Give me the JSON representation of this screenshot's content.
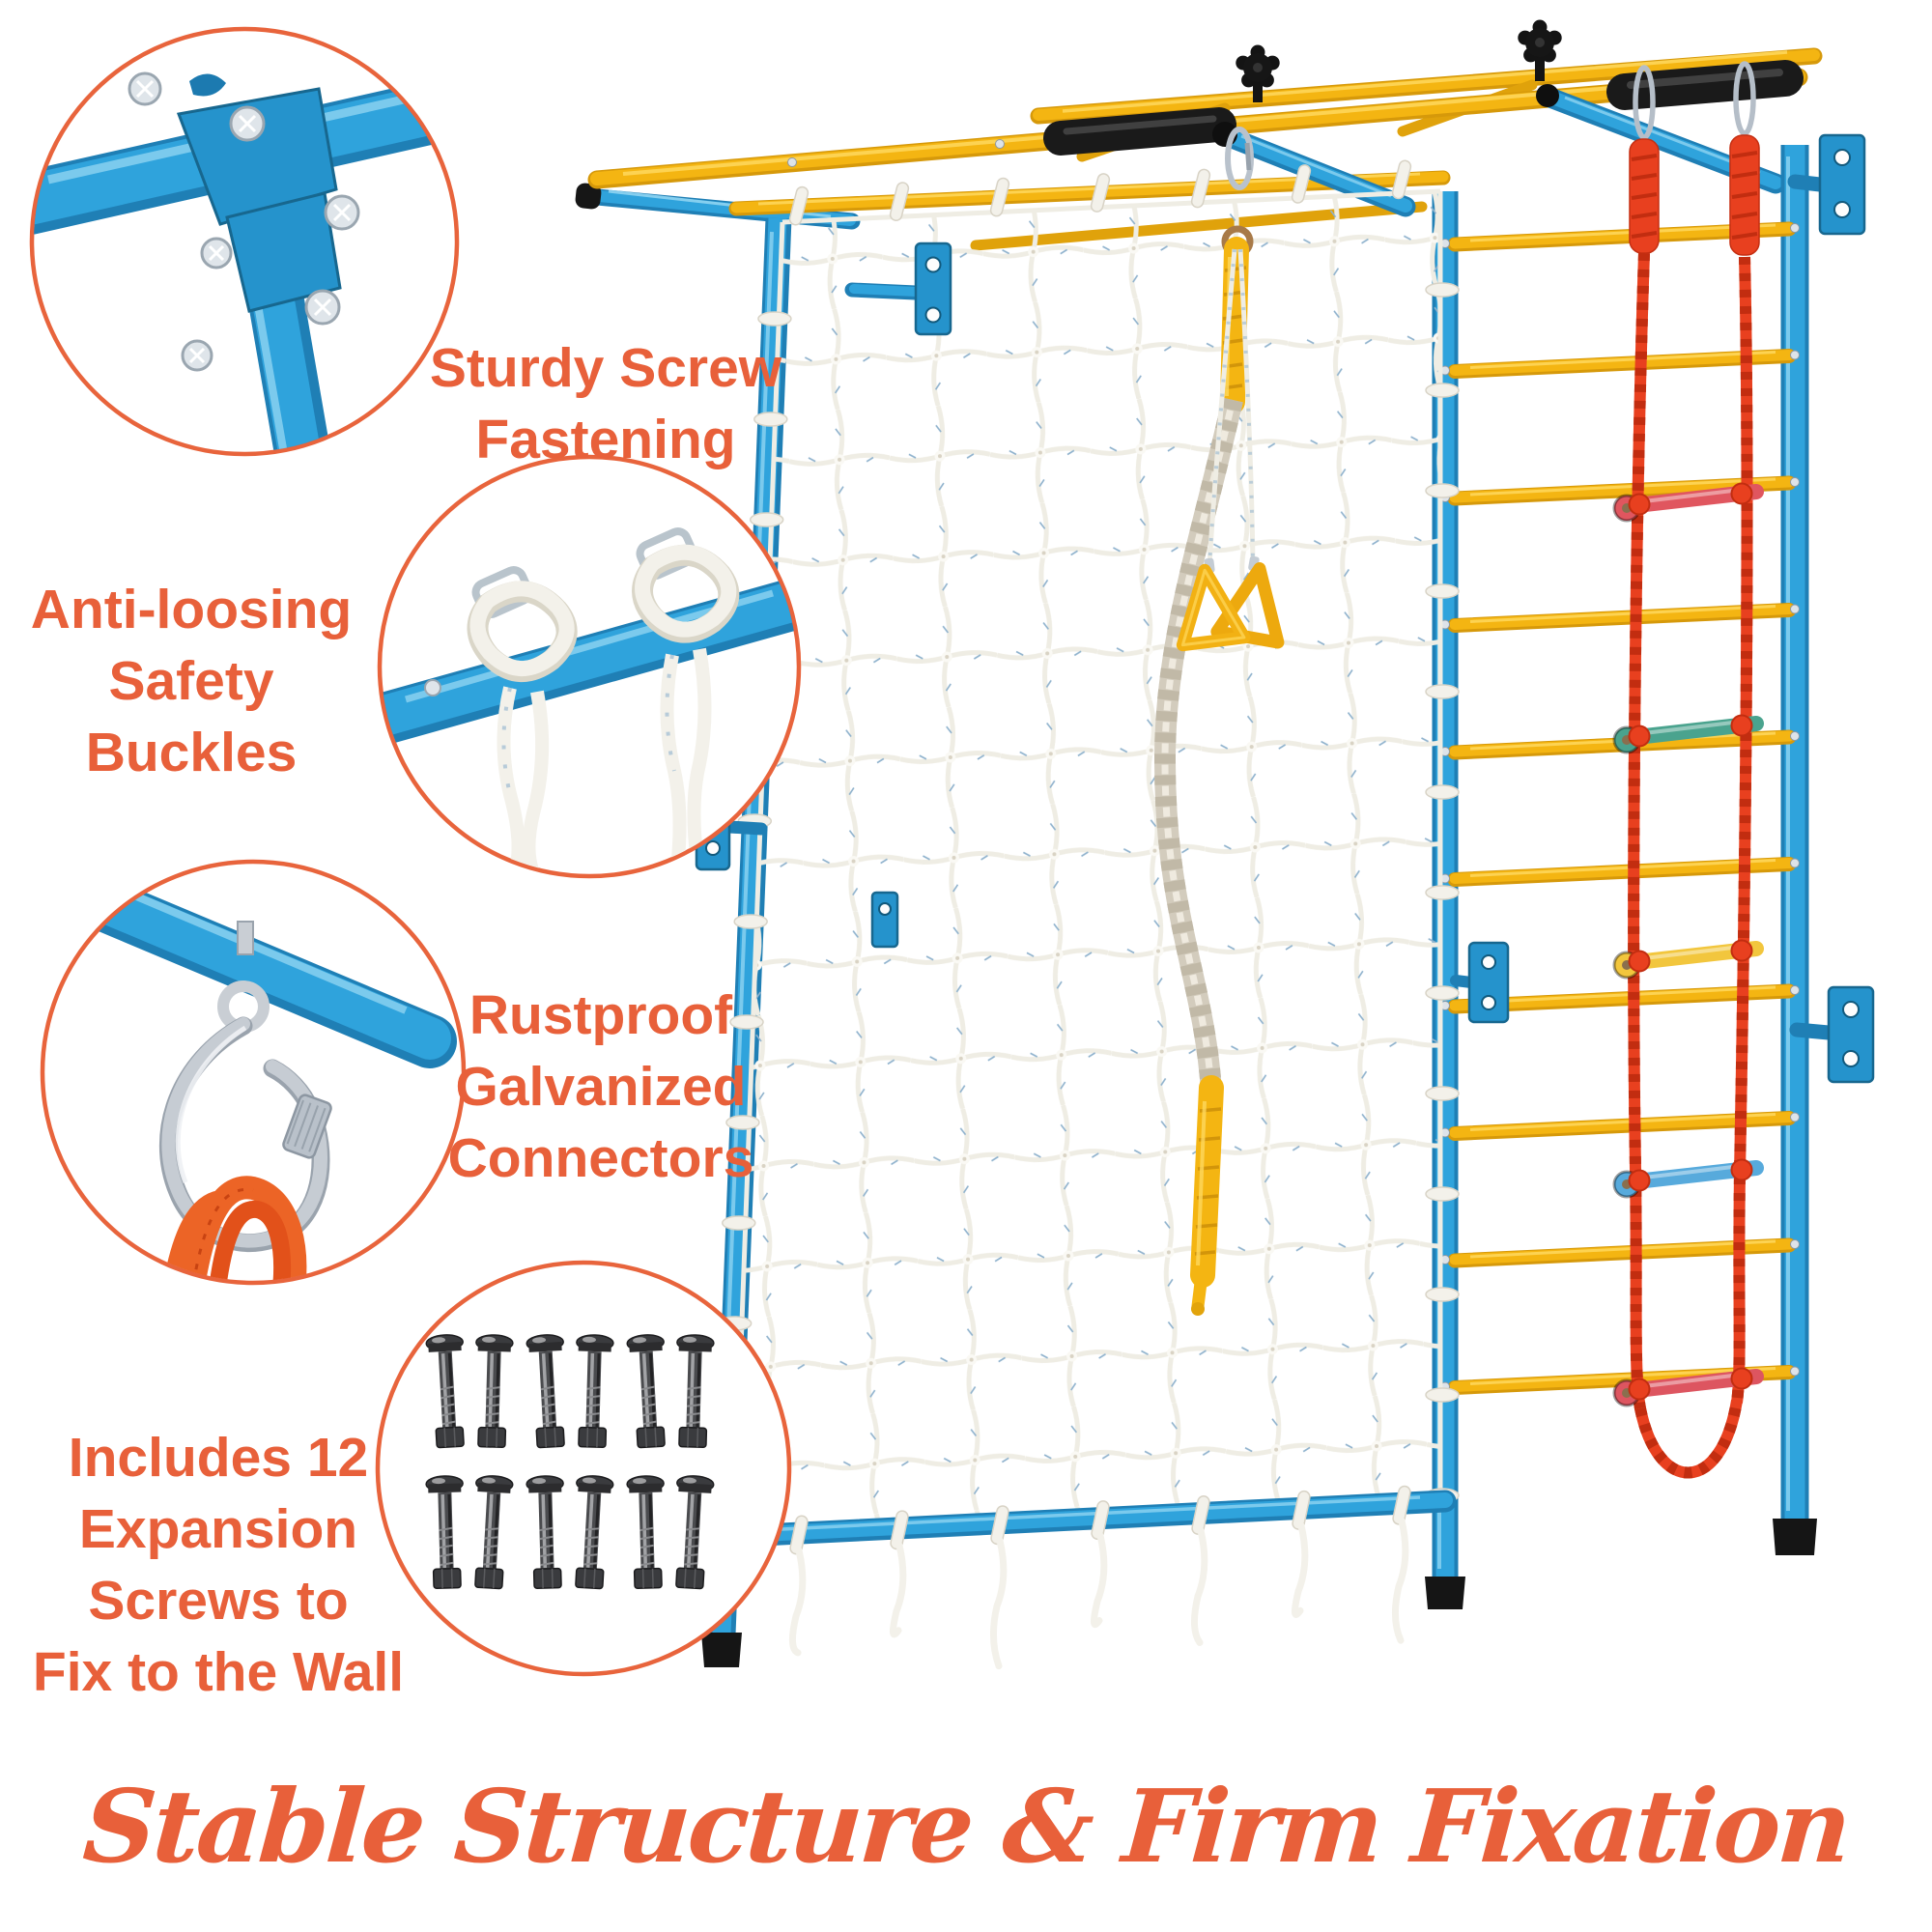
{
  "title": {
    "text": "Stable Structure & Firm Fixation"
  },
  "callouts": [
    {
      "name": "sturdy-screw-fastening",
      "lines": [
        "Sturdy Screw",
        "Fastening"
      ]
    },
    {
      "name": "anti-loosing-safety-buckles",
      "lines": [
        "Anti-loosing",
        "Safety",
        "Buckles"
      ]
    },
    {
      "name": "rustproof-galvanized-connectors",
      "lines": [
        "Rustproof",
        "Galvanized",
        "Connectors"
      ]
    },
    {
      "name": "includes-12-expansion-screws",
      "lines": [
        "Includes 12",
        "Expansion",
        "Screws to",
        "Fix to the Wall"
      ]
    }
  ],
  "colors": {
    "accent_orange": "#E8603A",
    "circle_border": "#E8643C",
    "frame_blue": "#2FA3DC",
    "frame_blue_dark": "#1F7FB5",
    "frame_blue_hl": "#8FD4F2",
    "bar_yellow": "#F4B512",
    "bar_yellow_deep": "#D6990A",
    "bar_yellow_hl": "#FFD95E",
    "ladder_red": "#E8401F",
    "ladder_red_dark": "#C22D10",
    "net_white": "#EFEDE4",
    "rope_tan": "#D3CCBD",
    "metal_silver": "#C4CCD4",
    "bronze": "#A87A48",
    "grip_black": "#1A1A1A",
    "screw_dark": "#3A3B3E"
  },
  "product": {
    "swedish_wall": {
      "rung_count": 10
    },
    "rope_ladder": {
      "rope_color": "#E8401F",
      "rung_colors": [
        "#E0565F",
        "#4AA38E",
        "#F2C63D",
        "#57AADC",
        "#DD5560"
      ]
    },
    "expansion_screws": {
      "rows": 2,
      "cols": 6
    },
    "accessories": [
      "pull-up-bar",
      "climbing-net",
      "climbing-rope",
      "gym-rings",
      "rope-ladder",
      "swedish-wall"
    ]
  }
}
